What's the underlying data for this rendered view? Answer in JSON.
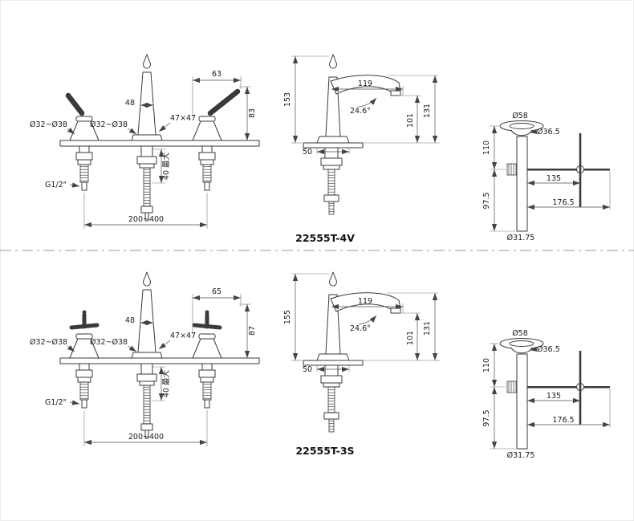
{
  "sections": [
    {
      "model": "22555T-4V",
      "front": {
        "handle_width": "63",
        "spout_width": "48",
        "escutcheon": "47×47",
        "handle_height": "83",
        "hole_dia_left": "Ø32~Ø38",
        "hole_dia_center": "Ø32~Ø38",
        "thread": "G1/2\"",
        "deck_max": "40 最大",
        "spread": "200~400"
      },
      "side": {
        "total_height": "153",
        "spout_reach": "119",
        "spout_angle": "24.6°",
        "outlet_height": "101",
        "spout_height": "131",
        "base_width": "50"
      },
      "drain": {
        "flange_dia": "Ø58",
        "cap_dia": "Ø36.5",
        "upper_height": "110",
        "rod_offset": "135",
        "lower_height": "97.5",
        "rod_length": "176.5",
        "tail_dia": "Ø31.75"
      }
    },
    {
      "model": "22555T-3S",
      "front": {
        "handle_width": "65",
        "spout_width": "48",
        "escutcheon": "47×47",
        "handle_height": "87",
        "hole_dia_left": "Ø32~Ø38",
        "hole_dia_center": "Ø32~Ø38",
        "thread": "G1/2\"",
        "deck_max": "40 最大",
        "spread": "200~400"
      },
      "side": {
        "total_height": "155",
        "spout_reach": "119",
        "spout_angle": "24.6°",
        "outlet_height": "101",
        "spout_height": "131",
        "base_width": "50"
      },
      "drain": {
        "flange_dia": "Ø58",
        "cap_dia": "Ø36.5",
        "upper_height": "110",
        "rod_offset": "135",
        "lower_height": "97.5",
        "rod_length": "176.5",
        "tail_dia": "Ø31.75"
      }
    }
  ]
}
